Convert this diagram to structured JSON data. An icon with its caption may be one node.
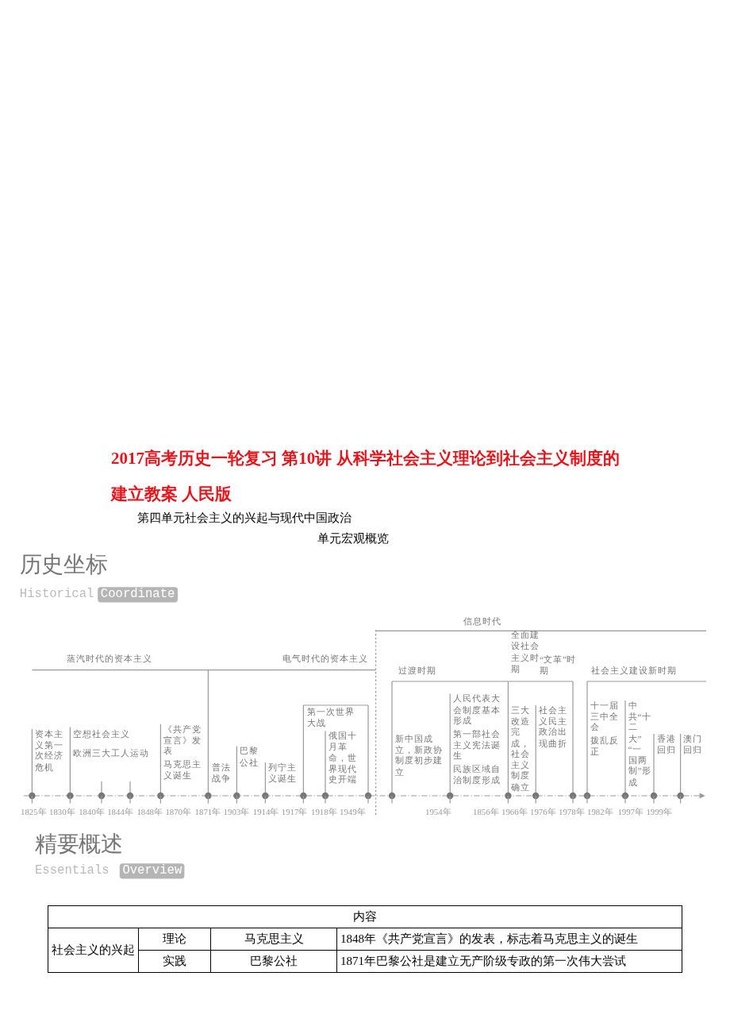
{
  "diagram": {
    "title": "2017高考历史一轮复习 第10讲 从科学社会主义理论到社会主义制度的建立教案 人民版",
    "labels": [
      "第四单元社会主义的兴起与现代中国政治",
      "单元宏观概览",
      "历史坐标",
      "Historical",
      "Coordinate",
      "信息时代",
      "蒸汽时代的资本主义",
      "电气时代的资本主义",
      "过渡时期",
      "全面建设社会主义时期",
      "“文革”时期",
      "社会主义建设新时期",
      "第一次世界大战",
      "资本主义第一次经济危机",
      "空想社会主义",
      "欧洲三大工人运动",
      "《共产党宣言》发表",
      "马克思主义诞生",
      "普法战争",
      "巴黎公社",
      "列宁主义诞生",
      "俄国十月革命，世界现代史开端",
      "新中国成立，新政协制度初步建立",
      "人民代表大会制度基本形成",
      "第一部社会主义宪法诞生",
      "民族区域自治制度形成",
      "三大改造完成，社会主义制度确立",
      "社会主义民主政治出现曲折",
      "十一届三中全会",
      "拨乱反正",
      "中共“十二大”",
      "“一国两制”形成",
      "香港回归",
      "澳门回归",
      "1825年",
      "1830年",
      "1840年",
      "1844年",
      "1848年",
      "1870年",
      "1871年",
      "1903年",
      "1914年",
      "1917年",
      "1918年",
      "1949年",
      "1954年",
      "1856年",
      "1966年",
      "1976年",
      "1978年",
      "1982年",
      "1997年",
      "1999年",
      "精要概述",
      "Essentials",
      "Overview",
      "内容",
      "社会主义的兴起",
      "理论",
      "马克思主义",
      "1848年《共产党宣言》的发表，标志着马克思主义的诞生",
      "实践",
      "巴黎公社",
      "1871年巴黎公社是建立无产阶级专政的第一次伟大尝试"
    ]
  }
}
